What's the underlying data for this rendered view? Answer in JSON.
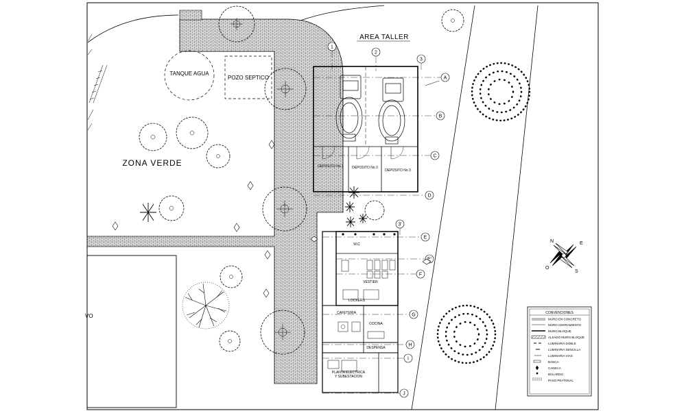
{
  "labels": {
    "zona_verde": "ZONA VERDE",
    "tanque_agua": "TANQUE AGUA",
    "pozo_septico": "POZO SEPTICO",
    "area_taller": "AREA TALLER",
    "deposito_1": "DEPOSITO No 1",
    "deposito_2": "DEPOSITO No 2",
    "deposito_3": "DEPOSITO No 3",
    "wc": "W.C",
    "vestier": "VESTIER",
    "lockers": "LOCKERS",
    "cafeteria": "CAFETERIA",
    "cocina": "COCINA",
    "despensa": "DESPENSA",
    "planta_electrica": "PLANTA ELECTRICA",
    "subestacion": "Y SUBESTACION",
    "partial_text": "VO"
  },
  "grid_axes": {
    "numbers": [
      "1",
      "2",
      "3",
      "3'"
    ],
    "letters": [
      "A",
      "B",
      "C",
      "D",
      "E",
      "E'",
      "F",
      "G",
      "H",
      "I",
      "J"
    ]
  },
  "compass": {
    "n": "N",
    "e": "E",
    "s": "S",
    "o": "O"
  },
  "legend": {
    "title": "CONVENCIONES",
    "items": [
      {
        "label": "MURO EN CONCRETO",
        "symbol": "double-line"
      },
      {
        "label": "MURO CERRAMIENTO",
        "symbol": "single-line"
      },
      {
        "label": "MURO BLOQUE",
        "symbol": "thick-line"
      },
      {
        "label": "ALZADO MURO BLOQUE",
        "symbol": "hatched-bar"
      },
      {
        "label": "LUMINARIA DOBLE",
        "symbol": "double-lamp"
      },
      {
        "label": "LUMINARIA SENCILLA",
        "symbol": "single-lamp"
      },
      {
        "label": "LUMINARIA VIAS",
        "symbol": "road-lamp"
      },
      {
        "label": "BANCA",
        "symbol": "bench"
      },
      {
        "label": "CANECA",
        "symbol": "bin"
      },
      {
        "label": "BOLARDO",
        "symbol": "bollard"
      },
      {
        "label": "PASO PEATONAL",
        "symbol": "crosswalk"
      }
    ]
  }
}
